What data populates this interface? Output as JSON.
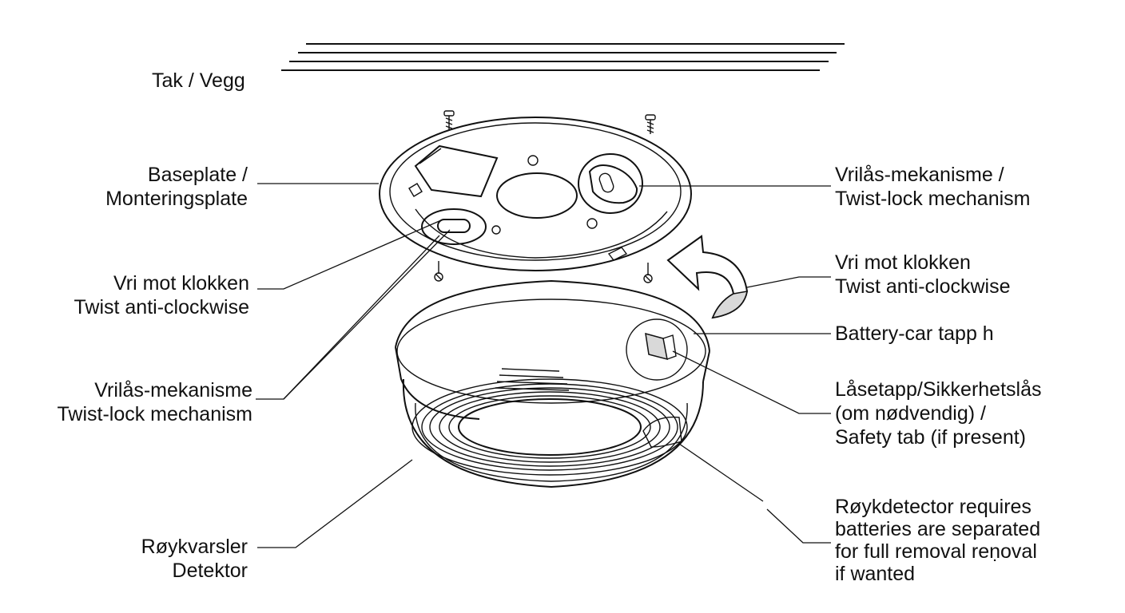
{
  "labels": {
    "ceiling": "Tak / Vegg",
    "baseplate": [
      "Baseplate /",
      "Monteringsplate"
    ],
    "twist_left": [
      "Vri mot klokken",
      "Twist anti-clockwise"
    ],
    "lock_left": [
      "Vrilås-mekanisme",
      "Twist-lock mechanism"
    ],
    "detector": [
      "Røykvarsler",
      "Detektor"
    ],
    "lock_right": [
      "Vrilås-mekanisme /",
      "Twist-lock mechanism"
    ],
    "twist_right": [
      "Vri mot klokken",
      "Twist anti-clockwise"
    ],
    "battery": "Battery-car tapp h",
    "safety": [
      "Låsetapp/Sikkerhetslås",
      "(om nødvendig) /",
      "Safety tab (if present)"
    ],
    "removal": [
      "Røykdetector requires",
      "batteries are separated",
      "for full removal reṇoval",
      "if wanted"
    ]
  },
  "icons": {
    "screws": "screw-icon",
    "arrow": "curved-arrow-icon"
  },
  "colors": {
    "ink": "#111111",
    "background": "#ffffff",
    "fill_grey": "#d9d9d9"
  }
}
